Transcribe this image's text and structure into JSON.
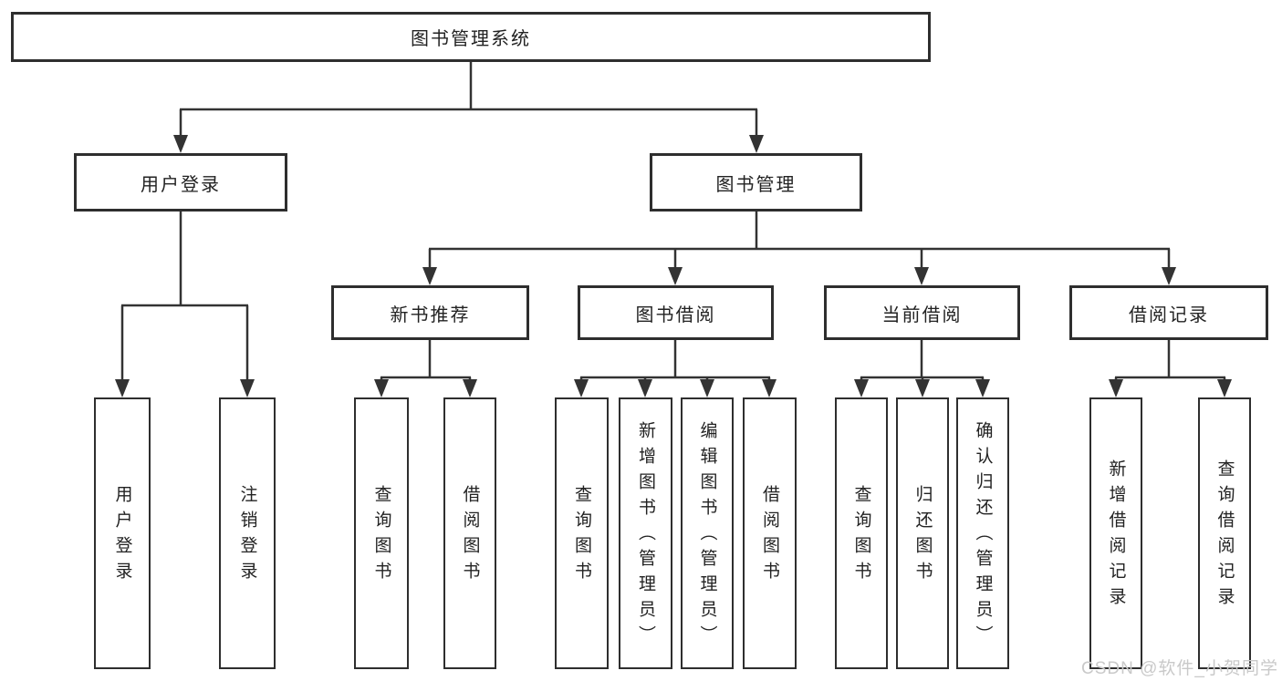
{
  "meta": {
    "diagram_type": "tree",
    "line_color": "#333333",
    "box_border_color": "#2e2e2e",
    "text_color": "#222222",
    "background_color": "#ffffff",
    "watermark_color": "#c9c9c9"
  },
  "diagram": {
    "root": {
      "label": "图书管理系统",
      "children": [
        {
          "label": "用户登录",
          "children": [
            {
              "label": "用户登录"
            },
            {
              "label": "注销登录"
            }
          ]
        },
        {
          "label": "图书管理",
          "children": [
            {
              "label": "新书推荐",
              "children": [
                {
                  "label": "查询图书"
                },
                {
                  "label": "借阅图书"
                }
              ]
            },
            {
              "label": "图书借阅",
              "children": [
                {
                  "label": "查询图书"
                },
                {
                  "label": "新增图书（管理员）"
                },
                {
                  "label": "编辑图书（管理员）"
                },
                {
                  "label": "借阅图书"
                }
              ]
            },
            {
              "label": "当前借阅",
              "children": [
                {
                  "label": "查询图书"
                },
                {
                  "label": "归还图书"
                },
                {
                  "label": "确认归还（管理员）"
                }
              ]
            },
            {
              "label": "借阅记录",
              "children": [
                {
                  "label": "新增借阅记录"
                },
                {
                  "label": "查询借阅记录"
                }
              ]
            }
          ]
        }
      ]
    }
  },
  "watermark": {
    "text": "CSDN @软件_小贺同学"
  }
}
